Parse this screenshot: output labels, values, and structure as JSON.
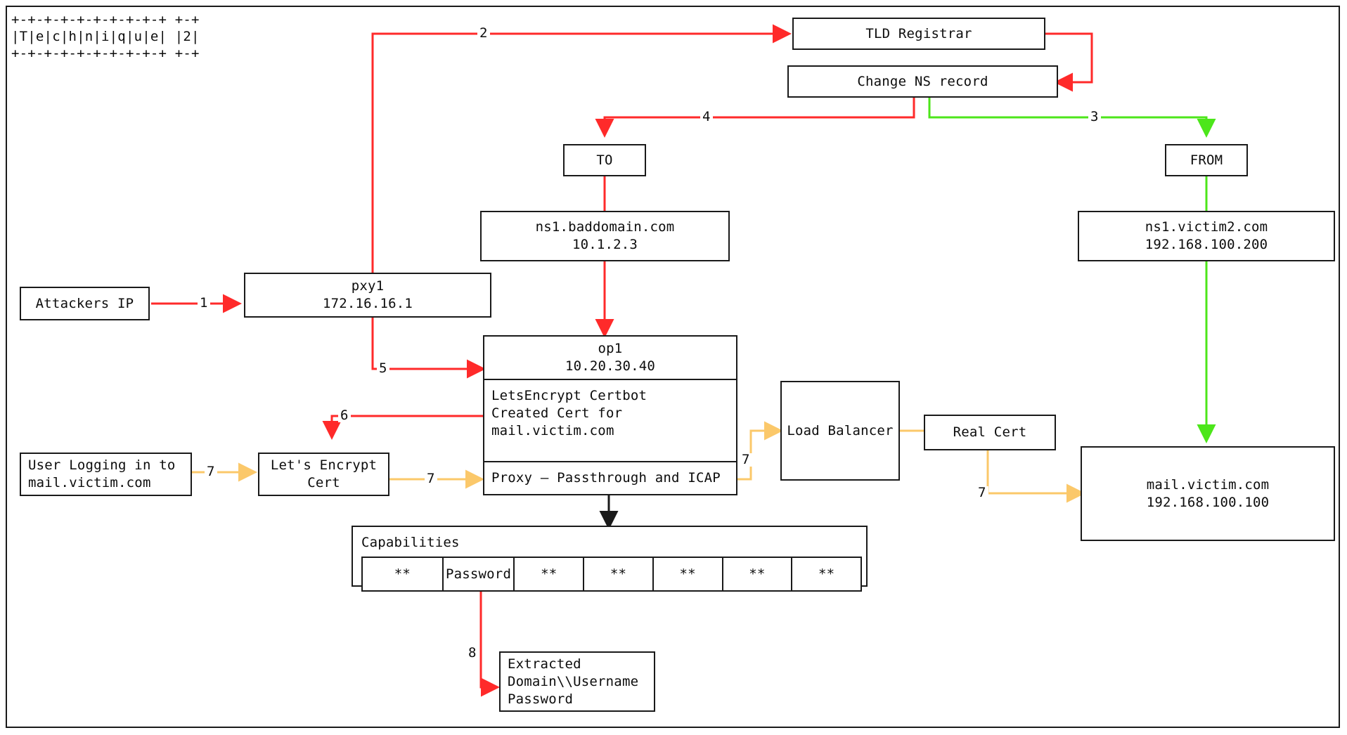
{
  "diagram": {
    "title_ascii": "+-+-+-+-+-+-+-+-+-+ +-+\n|T|e|c|h|n|i|q|u|e| |2|\n+-+-+-+-+-+-+-+-+-+ +-+",
    "title_text": "Technique 2",
    "colors": {
      "red": "#ff2a2a",
      "green": "#4ce61a",
      "orange": "#fbc86a",
      "stroke": "#1a1a1a",
      "background": "#ffffff"
    }
  },
  "nodes": {
    "tld_registrar": {
      "label": "TLD Registrar"
    },
    "change_ns_record": {
      "label": "Change NS record"
    },
    "to": {
      "label": "TO"
    },
    "from": {
      "label": "FROM"
    },
    "ns1_baddomain": {
      "line1": "ns1.baddomain.com",
      "line2": "10.1.2.3"
    },
    "ns1_victim2": {
      "line1": "ns1.victim2.com",
      "line2": "192.168.100.200"
    },
    "attackers_ip": {
      "label": "Attackers IP"
    },
    "pxy1": {
      "line1": "pxy1",
      "line2": "172.16.16.1"
    },
    "op1": {
      "header_line1": "op1",
      "header_line2": "10.20.30.40",
      "body_line1": "LetsEncrypt Certbot",
      "body_line2": "Created Cert for",
      "body_line3": "mail.victim.com",
      "footer": "Proxy — Passthrough and ICAP"
    },
    "user_logging_in": {
      "line1": "User Logging in to",
      "line2": "mail.victim.com"
    },
    "lets_encrypt_cert": {
      "line1": "Let's Encrypt",
      "line2": "Cert"
    },
    "load_balancer": {
      "label": "Load Balancer"
    },
    "real_cert": {
      "label": "Real Cert"
    },
    "mail_victim": {
      "line1": "mail.victim.com",
      "line2": "192.168.100.100"
    },
    "capabilities": {
      "title": "Capabilities",
      "cells": [
        "**",
        "Password",
        "**",
        "**",
        "**",
        "**",
        "**"
      ]
    },
    "extracted": {
      "line1": "Extracted",
      "line2": "Domain\\\\Username",
      "line3": "Password"
    }
  },
  "edges": [
    {
      "id": "e1",
      "label": "1",
      "color": "red",
      "from": "attackers_ip",
      "to": "pxy1"
    },
    {
      "id": "e2",
      "label": "2",
      "color": "red",
      "from": "pxy1",
      "to": "tld_registrar"
    },
    {
      "id": "e3",
      "label": "3",
      "color": "green",
      "from": "change_ns_record",
      "to": "from"
    },
    {
      "id": "e4",
      "label": "4",
      "color": "red",
      "from": "change_ns_record",
      "to": "to"
    },
    {
      "id": "e5",
      "label": "5",
      "color": "red",
      "from": "pxy1",
      "to": "op1"
    },
    {
      "id": "e6",
      "label": "6",
      "color": "red",
      "from": "op1",
      "to": "lets_encrypt_cert"
    },
    {
      "id": "e7a",
      "label": "7",
      "color": "orange",
      "from": "user_logging_in",
      "to": "lets_encrypt_cert"
    },
    {
      "id": "e7b",
      "label": "7",
      "color": "orange",
      "from": "lets_encrypt_cert",
      "to": "op1"
    },
    {
      "id": "e7c",
      "label": "7",
      "color": "orange",
      "from": "op1",
      "to": "load_balancer"
    },
    {
      "id": "e7d",
      "label": "7",
      "color": "orange",
      "from": "real_cert",
      "to": "mail_victim"
    },
    {
      "id": "e8",
      "label": "8",
      "color": "red",
      "from": "capabilities",
      "to": "extracted"
    }
  ]
}
